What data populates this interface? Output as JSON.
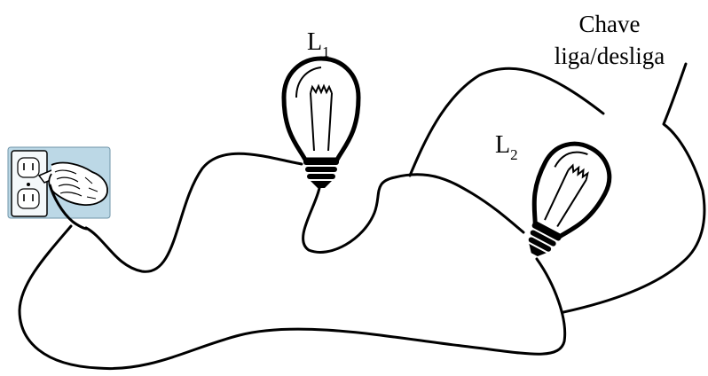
{
  "labels": {
    "lamp1": {
      "letter": "L",
      "sub": "1"
    },
    "lamp2": {
      "letter": "L",
      "sub": "2"
    },
    "switch_line1": "Chave",
    "switch_line2": "liga/desliga"
  },
  "colors": {
    "wire": "#000000",
    "outlet_panel": "#bcd8e6",
    "background": "#ffffff"
  },
  "icons": [
    "wall-outlet-icon",
    "hand-plug-icon",
    "light-bulb-icon",
    "light-bulb-icon"
  ]
}
